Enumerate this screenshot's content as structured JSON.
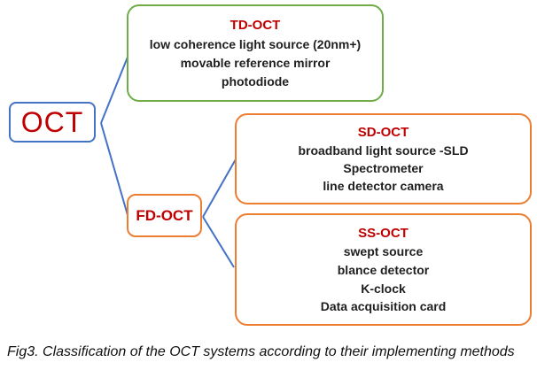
{
  "diagram": {
    "root": {
      "label": "OCT"
    },
    "nodes": [
      {
        "id": "td-oct",
        "title": "TD-OCT",
        "items": [
          "low coherence light source (20nm+)",
          "movable reference mirror",
          "photodiode"
        ]
      },
      {
        "id": "fd-oct",
        "title": "FD-OCT",
        "items": []
      },
      {
        "id": "sd-oct",
        "title": "SD-OCT",
        "items": [
          "broadband light source -SLD",
          "Spectrometer",
          "line detector camera"
        ]
      },
      {
        "id": "ss-oct",
        "title": "SS-OCT",
        "items": [
          "swept source",
          "blance detector",
          "K-clock",
          "Data acquisition card"
        ]
      }
    ],
    "colors": {
      "root_border": "#4472C4",
      "td_border": "#70AD47",
      "fd_border": "#ED7D31",
      "sd_border": "#ED7D31",
      "ss_border": "#ED7D31",
      "title_text": "#C00000",
      "body_text": "#1F1F1F",
      "connector": "#4472C4"
    }
  },
  "caption": "Fig3. Classification of the OCT systems according to their implementing methods"
}
